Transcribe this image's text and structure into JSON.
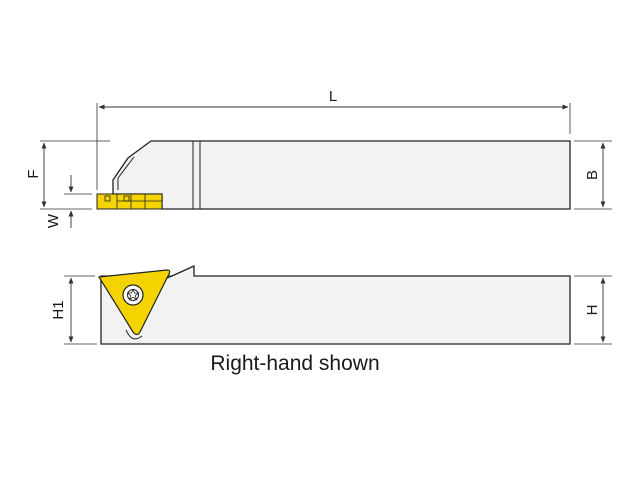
{
  "dimensions": {
    "L": "L",
    "F": "F",
    "W": "W",
    "B": "B",
    "H1": "H1",
    "H": "H"
  },
  "caption": "Right-hand shown",
  "colors": {
    "body_fill": "#f2f2f2",
    "outline": "#222222",
    "insert_yellow": "#f4d400",
    "dimension_line": "#333333"
  }
}
